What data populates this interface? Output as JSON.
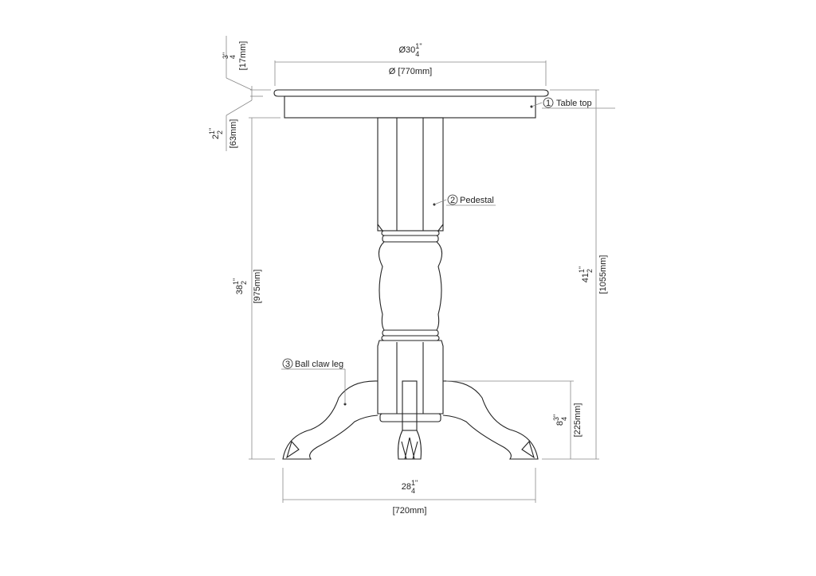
{
  "dimensions": {
    "top_diameter": {
      "whole": "Ø30",
      "num": "1",
      "den": "4",
      "unit": "\"",
      "metric": "Ø [770mm]"
    },
    "top_thickness": {
      "whole": "",
      "num": "3",
      "den": "4",
      "unit": "\"",
      "metric": "[17mm]"
    },
    "apron_height": {
      "whole": "2",
      "num": "1",
      "den": "2",
      "unit": "\"",
      "metric": "[63mm]"
    },
    "apron_to_floor": {
      "whole": "38",
      "num": "1",
      "den": "2",
      "unit": "\"",
      "metric": "[975mm]"
    },
    "total_height": {
      "whole": "41",
      "num": "1",
      "den": "2",
      "unit": "\"",
      "metric": "[1055mm]"
    },
    "leg_height": {
      "whole": "8",
      "num": "3",
      "den": "4",
      "unit": "\"",
      "metric": "[225mm]"
    },
    "base_width": {
      "whole": "28",
      "num": "1",
      "den": "4",
      "unit": "\"",
      "metric": "[720mm]"
    }
  },
  "parts": [
    {
      "number": "1",
      "label": "Table top"
    },
    {
      "number": "2",
      "label": "Pedestal"
    },
    {
      "number": "3",
      "label": "Ball claw leg"
    }
  ]
}
